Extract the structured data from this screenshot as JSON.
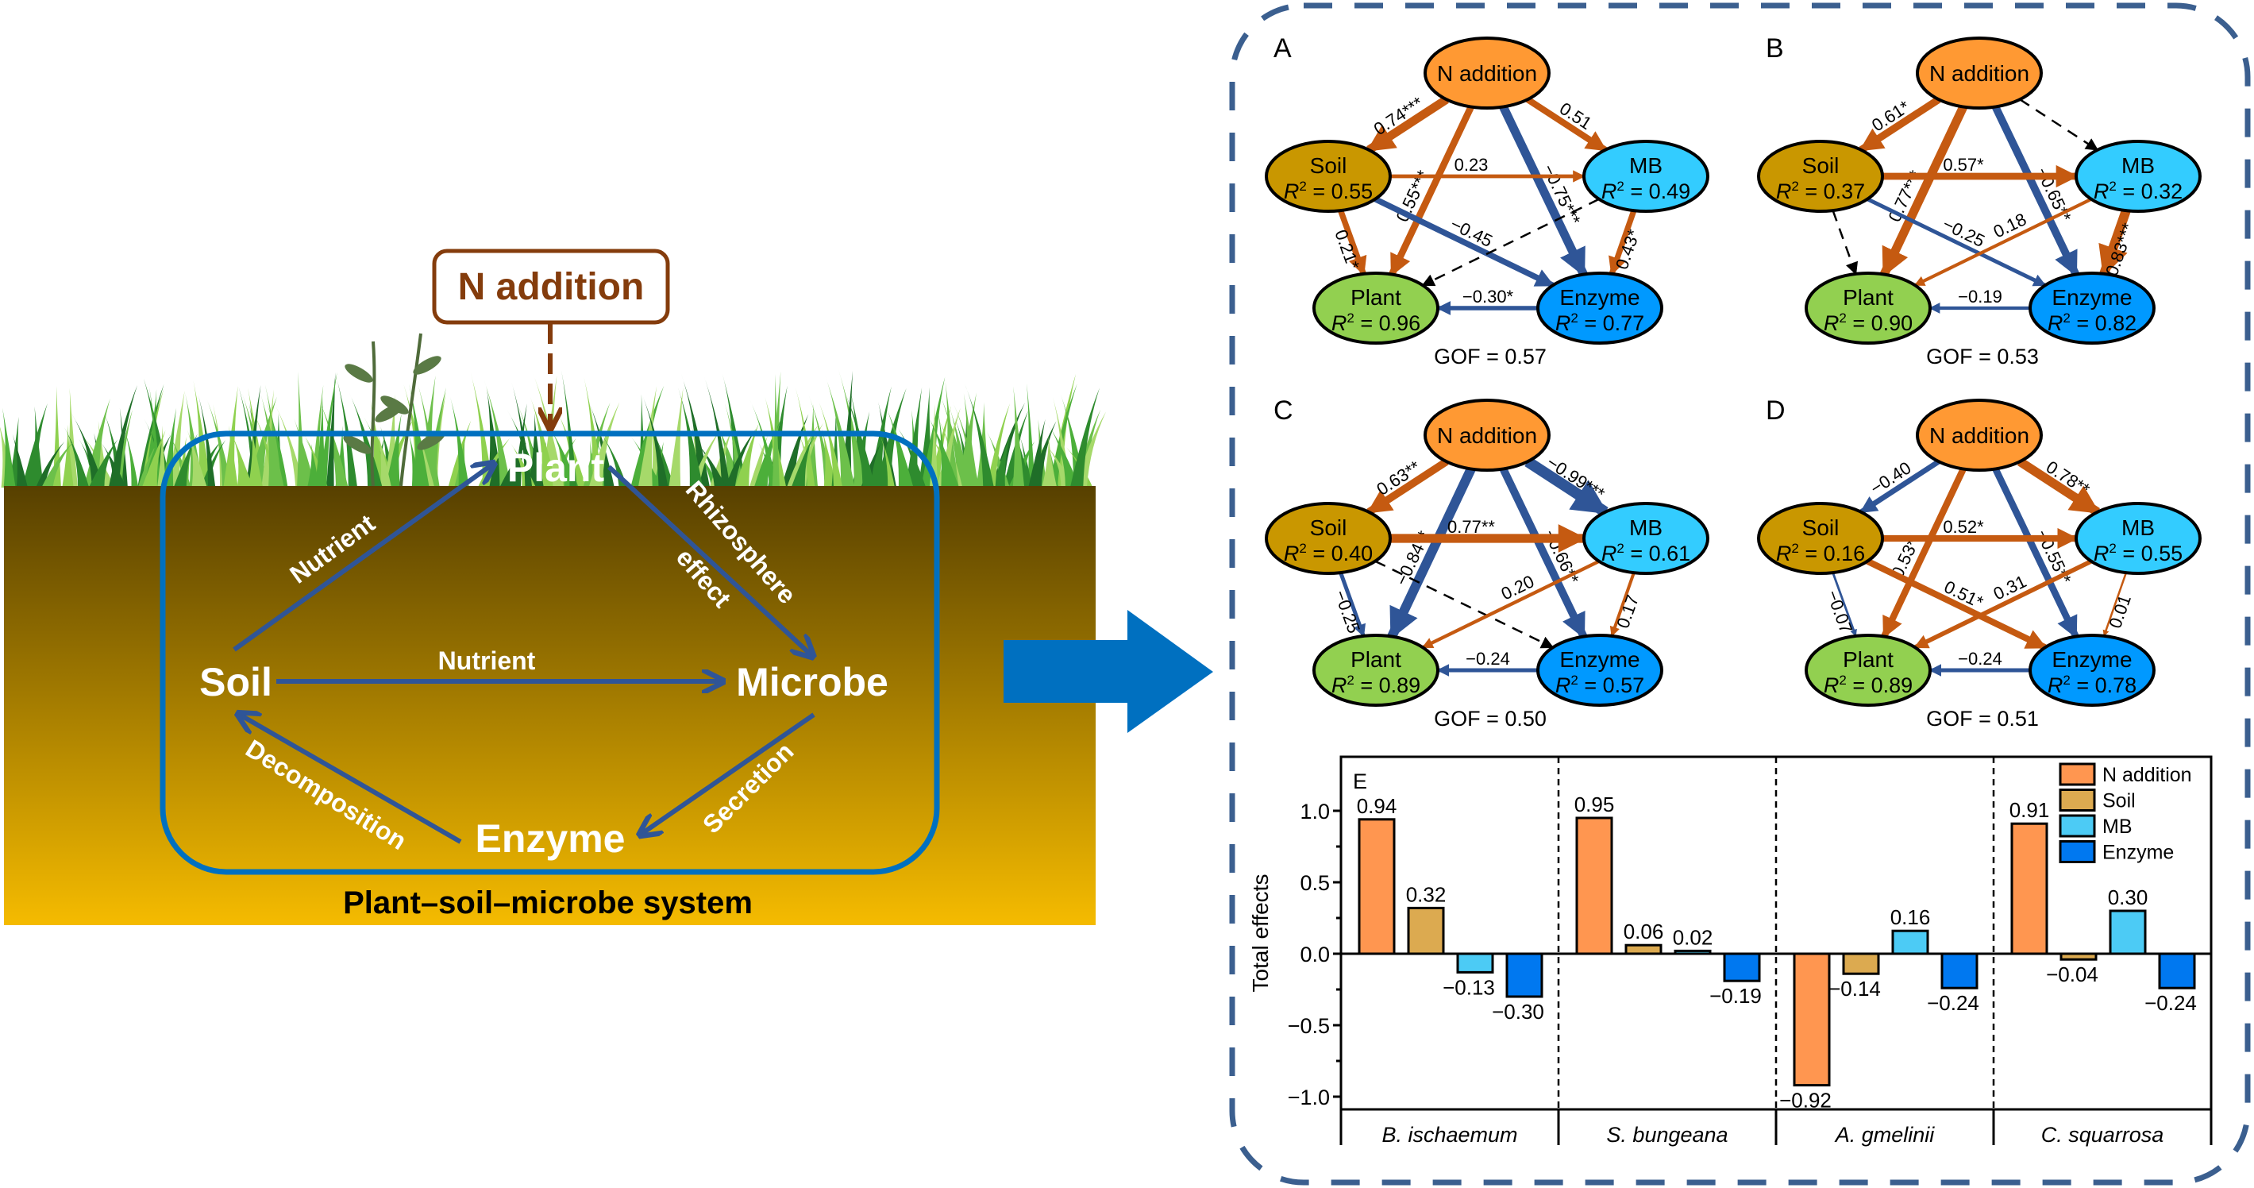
{
  "left_diagram": {
    "intervention_label": "N addition",
    "system_caption": "Plant–soil–microbe system",
    "nodes": {
      "plant": "Plant",
      "soil": "Soil",
      "microbe": "Microbe",
      "enzyme": "Enzyme"
    },
    "flows": [
      {
        "from": "Soil",
        "to": "Plant",
        "label": "Nutrient"
      },
      {
        "from": "Plant",
        "to": "Microbe",
        "label": "Rhizosphere effect",
        "label_lines": [
          "Rhizosphere",
          "effect"
        ]
      },
      {
        "from": "Soil",
        "to": "Microbe",
        "label": "Nutrient"
      },
      {
        "from": "Microbe",
        "to": "Enzyme",
        "label": "Secretion"
      },
      {
        "from": "Enzyme",
        "to": "Soil",
        "label": "Decomposition"
      }
    ],
    "colors": {
      "intervention": "#843c0c",
      "system_outline": "#0070c0",
      "flow_arrow": "#2f5597",
      "soil_top": "#574000",
      "soil_bottom": "#f5bb00",
      "big_arrow": "#0070c0"
    }
  },
  "sem_panels": {
    "colors": {
      "positive_path": "#c55a11",
      "negative_path": "#2f5597",
      "nonsignificant_path": "#000000",
      "border_dash": "#3b5f8f",
      "node_n_addition": "#ff9933",
      "node_soil": "#c99700",
      "node_mb": "#33ccff",
      "node_plant": "#92d050",
      "node_enzyme": "#0099ff"
    },
    "node_names": {
      "n": "N addition",
      "soil": "Soil",
      "mb": "MB",
      "plant": "Plant",
      "enzyme": "Enzyme"
    },
    "r2_prefix": "R",
    "r2_sup": "2",
    "panels": [
      {
        "letter": "A",
        "gof": "GOF = 0.57",
        "r2": {
          "soil": "0.55",
          "mb": "0.49",
          "plant": "0.96",
          "enzyme": "0.77"
        },
        "paths": [
          {
            "from": "n",
            "to": "soil",
            "coef": "0.74***",
            "sign": "pos",
            "weight": 0.74
          },
          {
            "from": "n",
            "to": "mb",
            "coef": "0.51",
            "sign": "pos",
            "weight": 0.51
          },
          {
            "from": "n",
            "to": "plant",
            "coef": "0.55***",
            "sign": "pos",
            "weight": 0.55
          },
          {
            "from": "n",
            "to": "enzyme",
            "coef": "−0.75***",
            "sign": "neg",
            "weight": 0.75
          },
          {
            "from": "soil",
            "to": "mb",
            "coef": "0.23",
            "sign": "pos",
            "weight": 0.23
          },
          {
            "from": "soil",
            "to": "enzyme",
            "coef": "−0.45",
            "sign": "neg",
            "weight": 0.45
          },
          {
            "from": "soil",
            "to": "plant",
            "coef": "0.21*",
            "sign": "pos",
            "weight": 0.45
          },
          {
            "from": "mb",
            "to": "plant",
            "coef": "",
            "sign": "ns",
            "weight": 0.1
          },
          {
            "from": "mb",
            "to": "enzyme",
            "coef": "0.43*",
            "sign": "pos",
            "weight": 0.43
          },
          {
            "from": "enzyme",
            "to": "plant",
            "coef": "−0.30*",
            "sign": "neg",
            "weight": 0.3
          }
        ]
      },
      {
        "letter": "B",
        "gof": "GOF = 0.53",
        "r2": {
          "soil": "0.37",
          "mb": "0.32",
          "plant": "0.90",
          "enzyme": "0.82"
        },
        "paths": [
          {
            "from": "n",
            "to": "soil",
            "coef": "0.61*",
            "sign": "pos",
            "weight": 0.61
          },
          {
            "from": "n",
            "to": "mb",
            "coef": "",
            "sign": "ns",
            "weight": 0.1
          },
          {
            "from": "n",
            "to": "plant",
            "coef": "0.77***",
            "sign": "pos",
            "weight": 0.77
          },
          {
            "from": "n",
            "to": "enzyme",
            "coef": "−0.65**",
            "sign": "neg",
            "weight": 0.65
          },
          {
            "from": "soil",
            "to": "mb",
            "coef": "0.57*",
            "sign": "pos",
            "weight": 0.57
          },
          {
            "from": "soil",
            "to": "enzyme",
            "coef": "−0.25",
            "sign": "neg",
            "weight": 0.25
          },
          {
            "from": "soil",
            "to": "plant",
            "coef": "",
            "sign": "ns",
            "weight": 0.1
          },
          {
            "from": "mb",
            "to": "plant",
            "coef": "0.18",
            "sign": "pos",
            "weight": 0.18
          },
          {
            "from": "mb",
            "to": "enzyme",
            "coef": "0.83***",
            "sign": "pos",
            "weight": 0.83
          },
          {
            "from": "enzyme",
            "to": "plant",
            "coef": "−0.19",
            "sign": "neg",
            "weight": 0.19
          }
        ]
      },
      {
        "letter": "C",
        "gof": "GOF = 0.50",
        "r2": {
          "soil": "0.40",
          "mb": "0.61",
          "plant": "0.89",
          "enzyme": "0.57"
        },
        "paths": [
          {
            "from": "n",
            "to": "soil",
            "coef": "0.63**",
            "sign": "pos",
            "weight": 0.63
          },
          {
            "from": "n",
            "to": "mb",
            "coef": "−0.99***",
            "sign": "neg",
            "weight": 0.99
          },
          {
            "from": "n",
            "to": "plant",
            "coef": "−0.84**",
            "sign": "neg",
            "weight": 0.84
          },
          {
            "from": "n",
            "to": "enzyme",
            "coef": "−0.66**",
            "sign": "neg",
            "weight": 0.66
          },
          {
            "from": "soil",
            "to": "mb",
            "coef": "0.77**",
            "sign": "pos",
            "weight": 0.77
          },
          {
            "from": "soil",
            "to": "enzyme",
            "coef": "",
            "sign": "ns",
            "weight": 0.1
          },
          {
            "from": "soil",
            "to": "plant",
            "coef": "−0.25",
            "sign": "neg",
            "weight": 0.25
          },
          {
            "from": "mb",
            "to": "plant",
            "coef": "0.20",
            "sign": "pos",
            "weight": 0.2
          },
          {
            "from": "mb",
            "to": "enzyme",
            "coef": "0.17",
            "sign": "pos",
            "weight": 0.17
          },
          {
            "from": "enzyme",
            "to": "plant",
            "coef": "−0.24",
            "sign": "neg",
            "weight": 0.24
          }
        ]
      },
      {
        "letter": "D",
        "gof": "GOF = 0.51",
        "r2": {
          "soil": "0.16",
          "mb": "0.55",
          "plant": "0.89",
          "enzyme": "0.78"
        },
        "paths": [
          {
            "from": "n",
            "to": "soil",
            "coef": "−0.40",
            "sign": "neg",
            "weight": 0.4
          },
          {
            "from": "n",
            "to": "mb",
            "coef": "0.78**",
            "sign": "pos",
            "weight": 0.78
          },
          {
            "from": "n",
            "to": "plant",
            "coef": "0.53*",
            "sign": "pos",
            "weight": 0.53
          },
          {
            "from": "n",
            "to": "enzyme",
            "coef": "−0.55**",
            "sign": "neg",
            "weight": 0.55
          },
          {
            "from": "soil",
            "to": "mb",
            "coef": "0.52*",
            "sign": "pos",
            "weight": 0.52
          },
          {
            "from": "soil",
            "to": "enzyme",
            "coef": "0.51*",
            "sign": "pos",
            "weight": 0.51
          },
          {
            "from": "soil",
            "to": "plant",
            "coef": "−0.07",
            "sign": "neg",
            "weight": 0.07
          },
          {
            "from": "mb",
            "to": "plant",
            "coef": "0.31",
            "sign": "pos",
            "weight": 0.31
          },
          {
            "from": "mb",
            "to": "enzyme",
            "coef": "0.01",
            "sign": "pos",
            "weight": 0.01
          },
          {
            "from": "enzyme",
            "to": "plant",
            "coef": "−0.24",
            "sign": "neg",
            "weight": 0.24
          }
        ]
      }
    ]
  },
  "chart_data": {
    "type": "bar",
    "panel_letter": "E",
    "title": "",
    "xlabel": "",
    "ylabel": "Total effects",
    "ylim": [
      -1.09,
      1.38
    ],
    "yticks": [
      1.0,
      0.5,
      0.0,
      -0.5,
      -1.0
    ],
    "ytick_labels": [
      "1.0",
      "0.5",
      "0.0",
      "−0.5",
      "−1.0"
    ],
    "minor_yticks": [
      0.75,
      0.25,
      -0.25,
      -0.75
    ],
    "grid": false,
    "legend_position": "top-right",
    "categories": [
      "B. ischaemum",
      "S. bungeana",
      "A. gmelinii",
      "C. squarrosa"
    ],
    "series": [
      {
        "name": "N addition",
        "color": "#ff9650",
        "values": [
          0.94,
          0.95,
          -0.92,
          0.91
        ],
        "labels": [
          "0.94",
          "0.95",
          "−0.92",
          "0.91"
        ]
      },
      {
        "name": "Soil",
        "color": "#dcaa50",
        "values": [
          0.32,
          0.06,
          -0.14,
          -0.04
        ],
        "labels": [
          "0.32",
          "0.06",
          "−0.14",
          "−0.04"
        ]
      },
      {
        "name": "MB",
        "color": "#4ccbf5",
        "values": [
          -0.13,
          0.02,
          0.16,
          0.3
        ],
        "labels": [
          "−0.13",
          "0.02",
          "0.16",
          "0.30"
        ]
      },
      {
        "name": "Enzyme",
        "color": "#0078f0",
        "values": [
          -0.3,
          -0.19,
          -0.24,
          -0.24
        ],
        "labels": [
          "−0.30",
          "−0.19",
          "−0.24",
          "−0.24"
        ]
      }
    ]
  }
}
